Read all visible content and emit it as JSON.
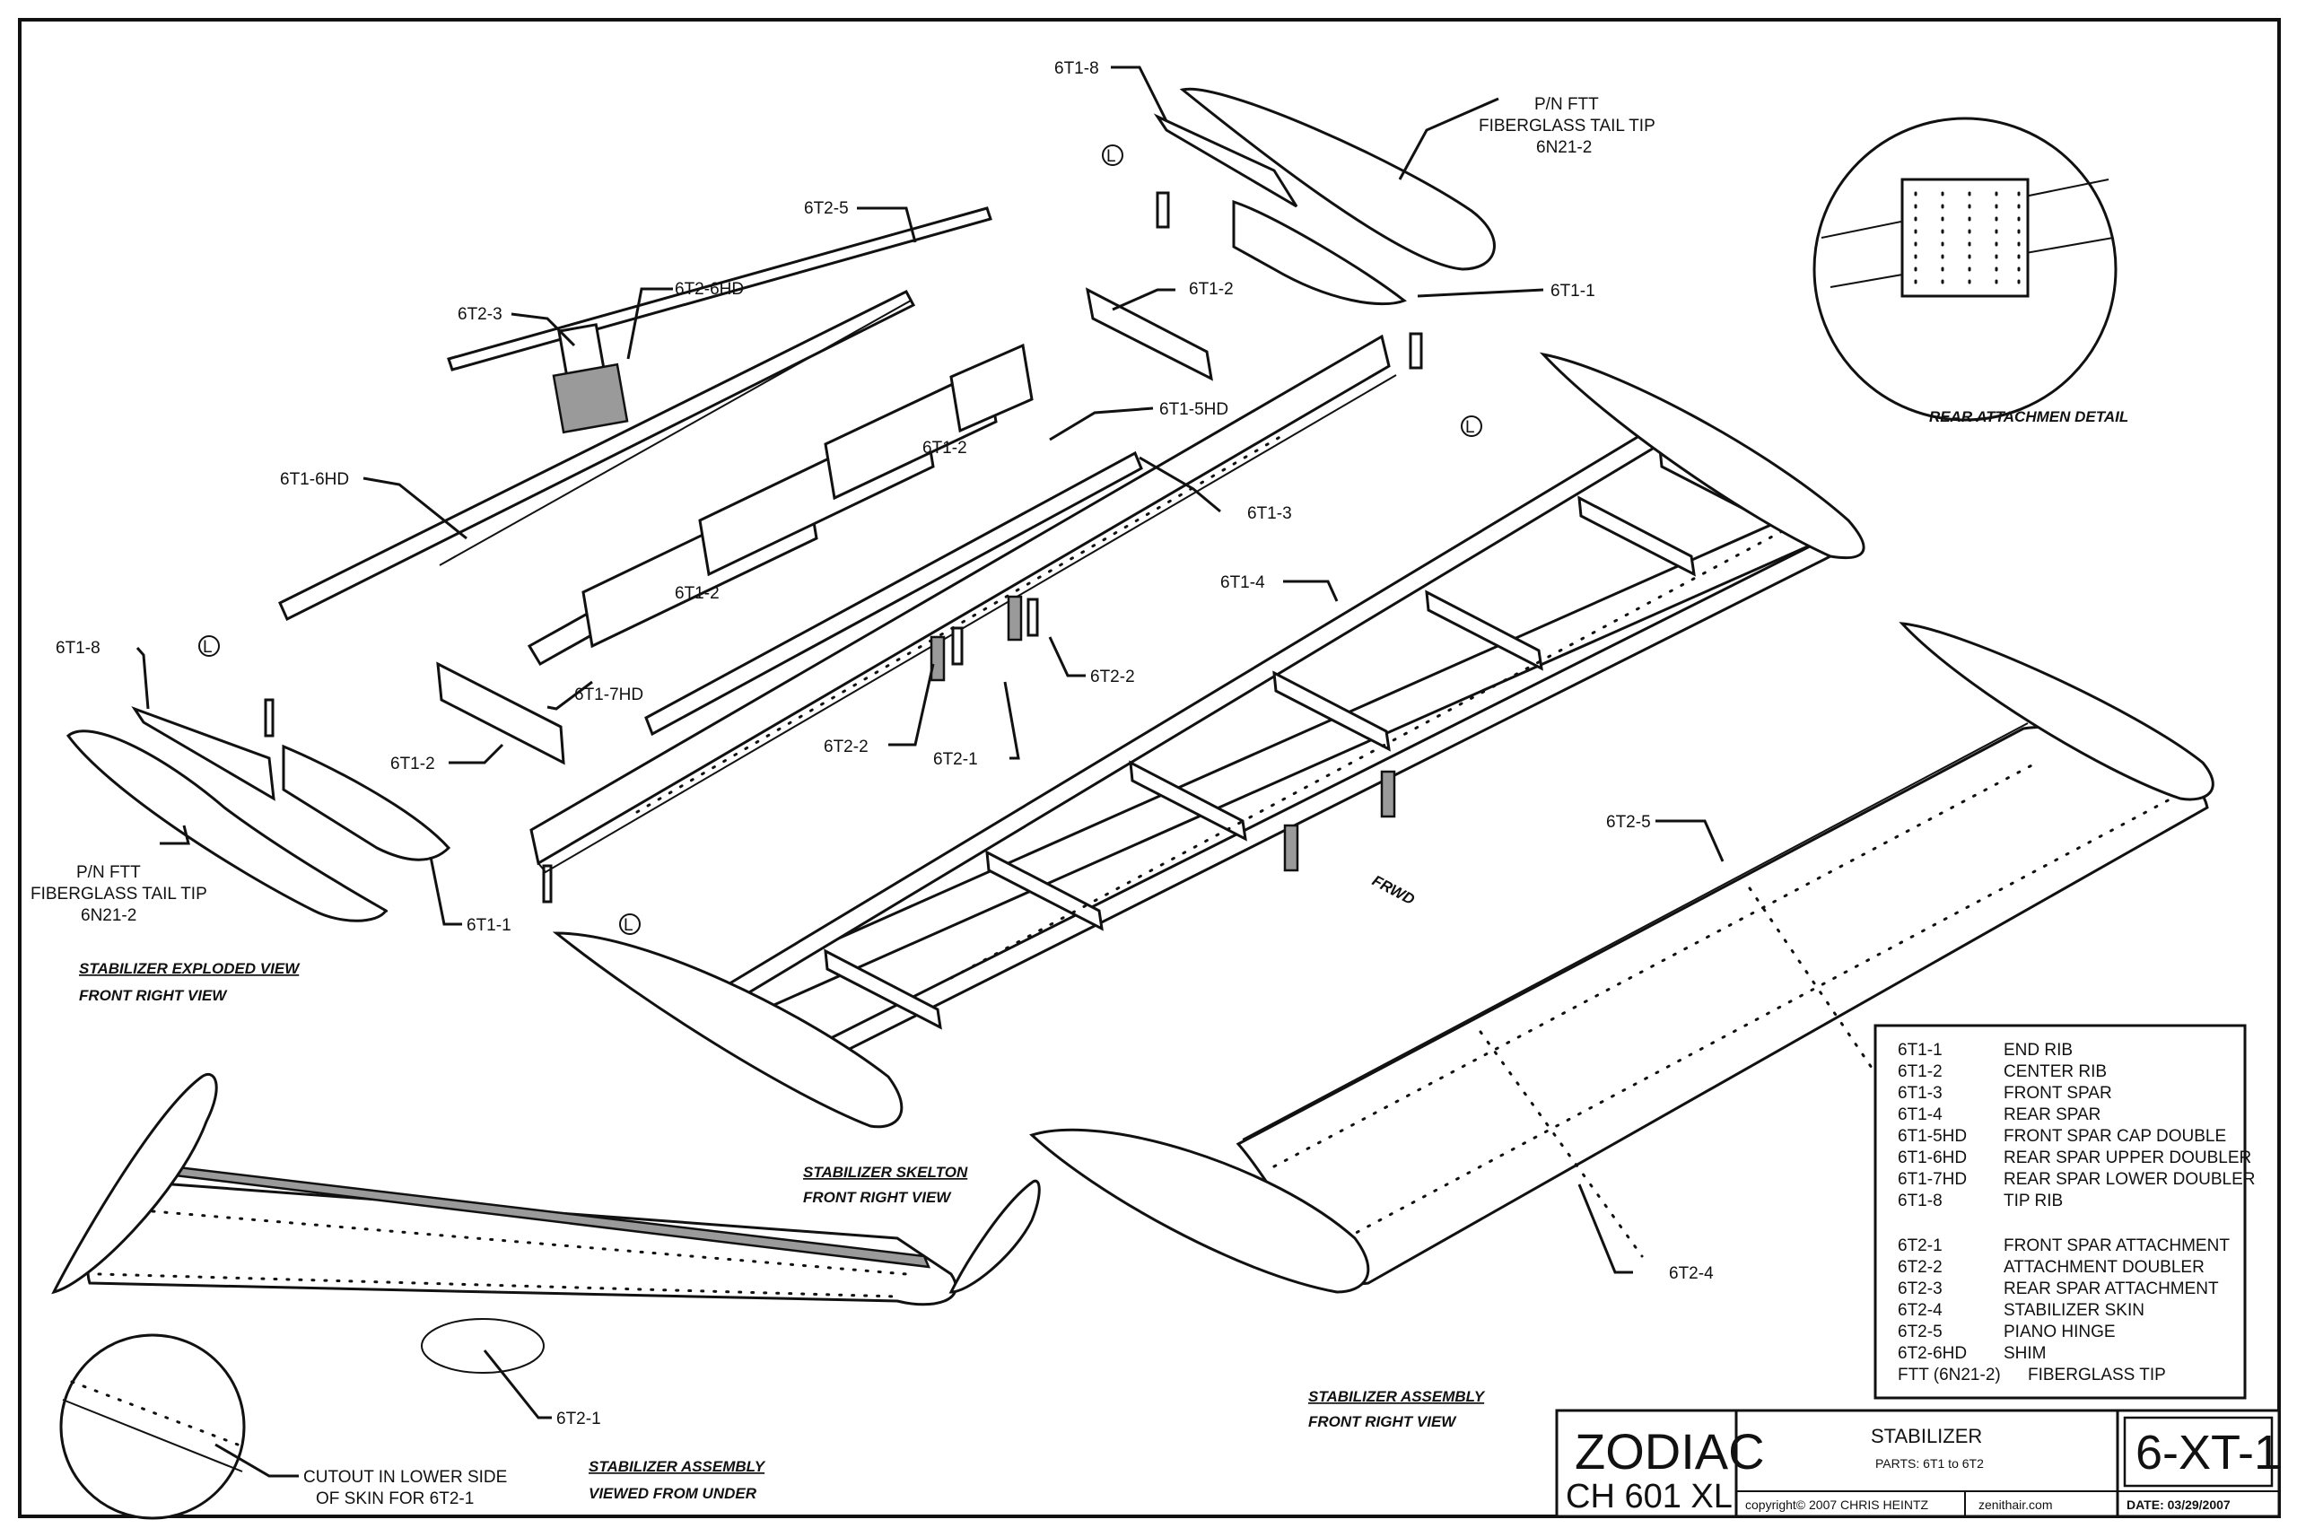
{
  "labels": {
    "tip_8_top": "6T1-8",
    "tip_pn_top_1": "P/N FTT",
    "tip_pn_top_2": "FIBERGLASS TAIL TIP",
    "tip_pn_top_3": "6N21-2",
    "hinge_top": "6T2-5",
    "shim_a": "6T2-3",
    "shim_b": "6T2-6HD",
    "center_rib_top": "6T1-2",
    "end_rib_top": "6T1-1",
    "rear_doubler": "6T1-6HD",
    "cap_double": "6T1-5HD",
    "center_rib_mid": "6T1-2",
    "center_rib_low": "6T1-2",
    "front_spar": "6T1-3",
    "rear_spar": "6T1-4",
    "lower_doubler": "6T1-7HD",
    "tip_8_left": "6T1-8",
    "doubler_right": "6T2-2",
    "doubler_left": "6T2-2",
    "attach_front": "6T2-1",
    "center_rib_left": "6T1-2",
    "tip_pn_left_1": "P/N FTT",
    "tip_pn_left_2": "FIBERGLASS TAIL TIP",
    "tip_pn_left_3": "6N21-2",
    "end_rib_left": "6T1-1",
    "hinge_assy": "6T2-5",
    "skin": "6T2-4",
    "attach_under": "6T2-1",
    "cutout_1": "CUTOUT IN LOWER SIDE",
    "cutout_2": "OF SKIN FOR 6T2-1",
    "fwd": "FRWD",
    "shim_symbol": "L"
  },
  "captions": {
    "exploded_title": "STABILIZER EXPLODED VIEW",
    "exploded_sub": "FRONT RIGHT VIEW",
    "skeleton_title": "STABILIZER SKELTON",
    "skeleton_sub": "FRONT RIGHT VIEW",
    "assembly_title": "STABILIZER ASSEMBLY",
    "assembly_sub": "FRONT RIGHT VIEW",
    "under_title": "STABILIZER ASSEMBLY",
    "under_sub": "VIEWED FROM UNDER",
    "detail": "REAR ATTACHMEN DETAIL"
  },
  "legend": {
    "rows_a": [
      {
        "code": "6T1-1",
        "desc": "END RIB"
      },
      {
        "code": "6T1-2",
        "desc": "CENTER RIB"
      },
      {
        "code": "6T1-3",
        "desc": "FRONT SPAR"
      },
      {
        "code": "6T1-4",
        "desc": "REAR SPAR"
      },
      {
        "code": "6T1-5HD",
        "desc": "FRONT SPAR CAP DOUBLE"
      },
      {
        "code": "6T1-6HD",
        "desc": "REAR SPAR UPPER DOUBLER"
      },
      {
        "code": "6T1-7HD",
        "desc": "REAR SPAR LOWER DOUBLER"
      },
      {
        "code": "6T1-8",
        "desc": "TIP RIB"
      }
    ],
    "rows_b": [
      {
        "code": "6T2-1",
        "desc": "FRONT SPAR ATTACHMENT"
      },
      {
        "code": "6T2-2",
        "desc": "ATTACHMENT DOUBLER"
      },
      {
        "code": "6T2-3",
        "desc": "REAR SPAR ATTACHMENT"
      },
      {
        "code": "6T2-4",
        "desc": "STABILIZER SKIN"
      },
      {
        "code": "6T2-5",
        "desc": "PIANO HINGE"
      },
      {
        "code": "6T2-6HD",
        "desc": "SHIM"
      },
      {
        "code": "FTT (6N21-2)",
        "desc": "FIBERGLASS TIP"
      }
    ]
  },
  "title_block": {
    "brand": "ZODIAC",
    "model": "CH 601 XL",
    "title": "STABILIZER",
    "parts": "PARTS: 6T1 to 6T2",
    "drawing_no": "6-XT-1",
    "copyright": "copyright© 2007  CHRIS HEINTZ",
    "website": "zenithair.com",
    "date": "DATE: 03/29/2007"
  }
}
